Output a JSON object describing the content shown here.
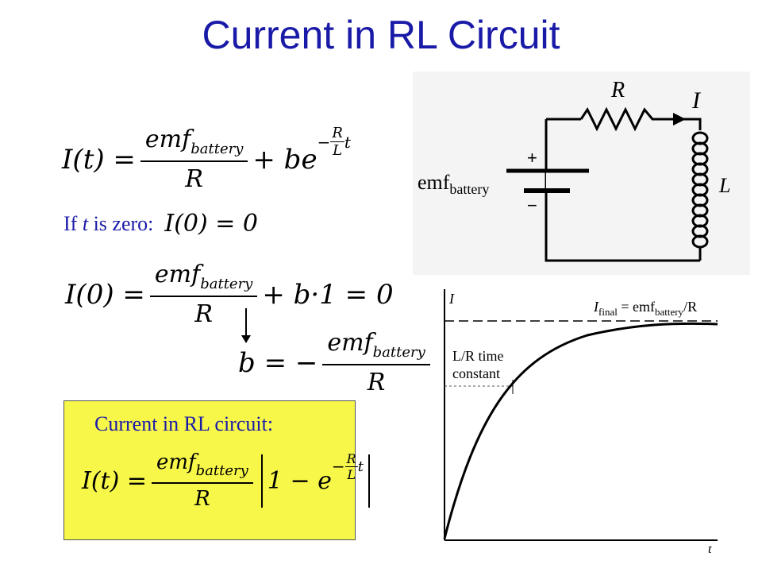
{
  "title": "Current in RL Circuit",
  "equation1": {
    "lhs": "I(t) =",
    "numerator": "emf",
    "numerator_sub": "battery",
    "denominator": "R",
    "plus": "+ be",
    "exp": "−",
    "exp_num": "R",
    "exp_den": "L",
    "exp_t": "t"
  },
  "condition": {
    "text_prefix": "If ",
    "text_var": "t",
    "text_suffix": " is zero:",
    "equation": "I(0) = 0"
  },
  "equation2": {
    "lhs": "I(0) =",
    "numerator": "emf",
    "numerator_sub": "battery",
    "denominator": "R",
    "rhs": "+ b·1 = 0"
  },
  "equation3": {
    "lhs": "b = −",
    "numerator": "emf",
    "numerator_sub": "battery",
    "denominator": "R"
  },
  "summary": {
    "label": "Current in RL circuit:",
    "lhs": "I(t) =",
    "numerator": "emf",
    "numerator_sub": "battery",
    "denominator": "R",
    "bracket_text": "1 − e",
    "exp_num": "R",
    "exp_den": "L",
    "exp_t": "t",
    "exp_sign": "−"
  },
  "circuit": {
    "resistor_label": "R",
    "current_label": "I",
    "inductor_label": "L",
    "plus": "+",
    "minus": "−",
    "emf_label": "emf",
    "emf_sub": "battery"
  },
  "graph": {
    "y_label": "I",
    "x_label": "t",
    "final_label_I": "I",
    "final_label_sub": "final",
    "final_label_rest": " = emf",
    "final_label_sub2": "battery",
    "final_label_end": "/R",
    "time_constant_line1": "L/R time",
    "time_constant_line2": "constant"
  },
  "colors": {
    "title": "#1a1aa8",
    "box": "#f7f74a"
  }
}
